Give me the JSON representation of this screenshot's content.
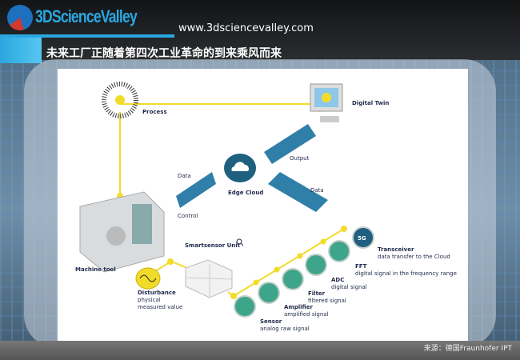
{
  "header": {
    "logo": "3DScienceValley",
    "url": "www.3dsciencevalley.com",
    "title": "未来工厂正随着第四次工业革命的到来乘风而来"
  },
  "diagram": {
    "process": "Process",
    "digital_twin": "Digital Twin",
    "data_left": "Data",
    "edge_cloud": "Edge Cloud",
    "output": "Output",
    "data_right": "Data",
    "control": "Control",
    "machine_tool": "Machine tool",
    "smartsensor": "Smartsensor Unit",
    "disturbance": {
      "title": "Disturbance",
      "line1": "physical",
      "line2": "measured value"
    },
    "transceiver": {
      "title": "Transceiver",
      "desc": "data transfer to the Cloud",
      "badge": "5G"
    },
    "fft": {
      "title": "FFT",
      "desc": "digital signal in the frequency range"
    },
    "adc": {
      "title": "ADC",
      "desc": "digital signal"
    },
    "filter": {
      "title": "Filter",
      "desc": "filtered signal"
    },
    "amplifier": {
      "title": "Amplifier",
      "desc": "amplified signal"
    },
    "sensor": {
      "title": "Sensor",
      "desc": "analog raw signal"
    }
  },
  "footer": {
    "source": "来源：德国Fraunhofer IPT"
  },
  "colors": {
    "accent": "#2aa7e0",
    "yellow": "#f2dc2a",
    "teal": "#3fa58a",
    "navy": "#1f5f80"
  }
}
